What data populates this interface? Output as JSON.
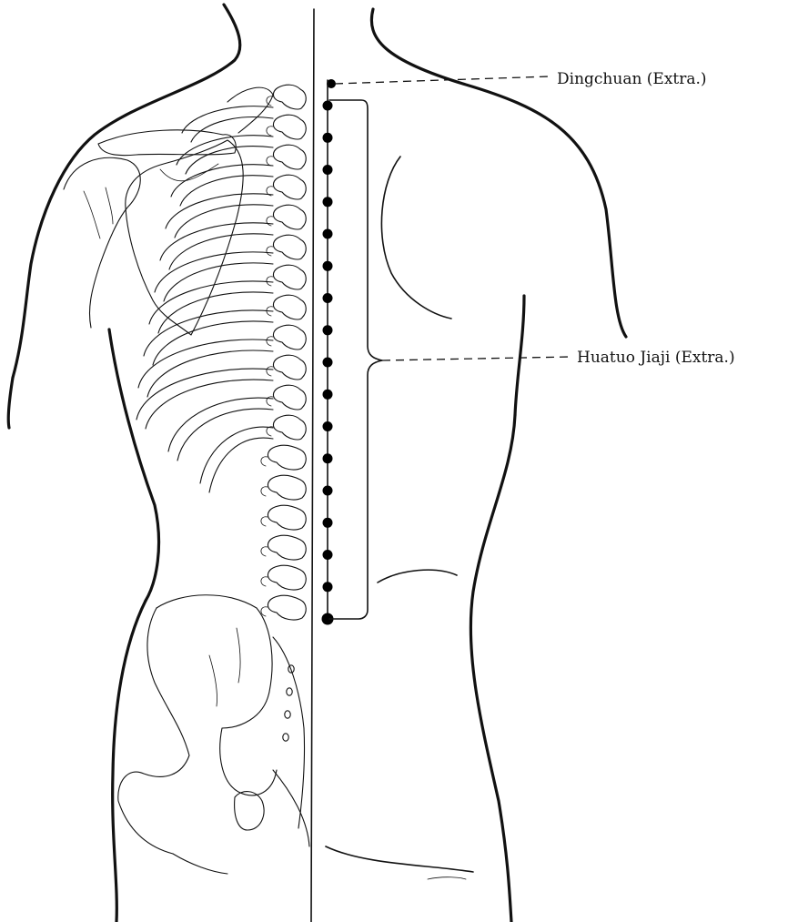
{
  "figure": {
    "labels": {
      "dingchuan": "Dingchuan (Extra.)",
      "huatuo_jiaji": "Huatuo Jiaji (Extra.)"
    },
    "huatuo_point_count": 17,
    "colors": {
      "ink": "#111111",
      "background": "#ffffff"
    }
  }
}
